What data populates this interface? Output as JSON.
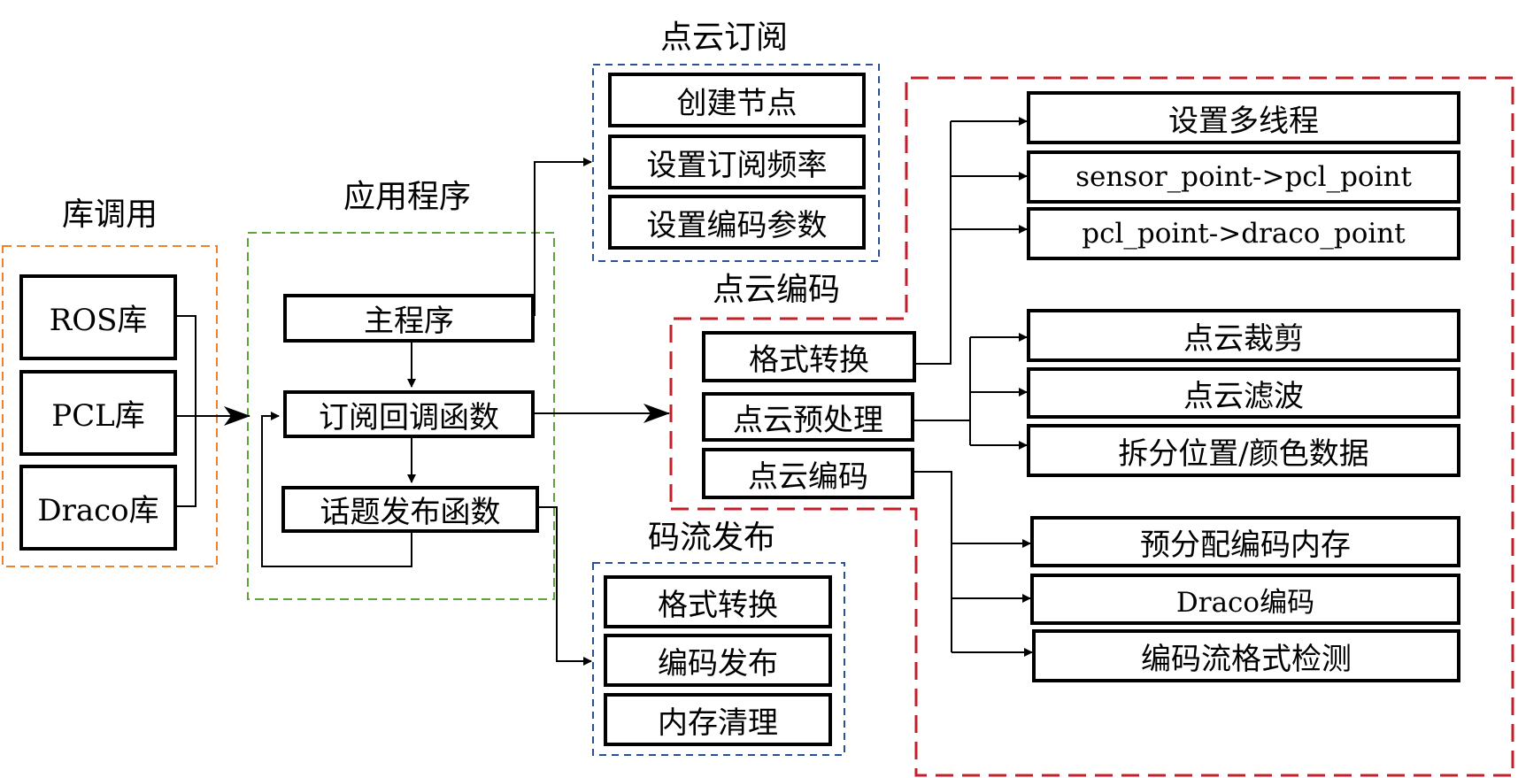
{
  "groups": {
    "library": {
      "title": "库调用",
      "items": [
        "ROS库",
        "PCL库",
        "Draco库"
      ]
    },
    "application": {
      "title": "应用程序",
      "items": [
        "主程序",
        "订阅回调函数",
        "话题发布函数"
      ]
    },
    "subscribe": {
      "title": "点云订阅",
      "items": [
        "创建节点",
        "设置订阅频率",
        "设置编码参数"
      ]
    },
    "publish": {
      "title": "码流发布",
      "items": [
        "格式转换",
        "编码发布",
        "内存清理"
      ]
    },
    "encoding": {
      "title": "点云编码",
      "items": [
        "格式转换",
        "点云预处理",
        "点云编码"
      ]
    },
    "format_detail": [
      "设置多线程",
      "sensor_point->pcl_point",
      "pcl_point->draco_point"
    ],
    "preprocess_detail": [
      "点云裁剪",
      "点云滤波",
      "拆分位置/颜色数据"
    ],
    "encode_detail": [
      "预分配编码内存",
      "Draco编码",
      "编码流格式检测"
    ]
  },
  "colors": {
    "library_border": "#f07f2a",
    "application_border": "#5aa63c",
    "subscribe_border": "#2c4f9c",
    "publish_border": "#2c4f9c",
    "encoding_border": "#c0202a",
    "line": "#000000"
  }
}
